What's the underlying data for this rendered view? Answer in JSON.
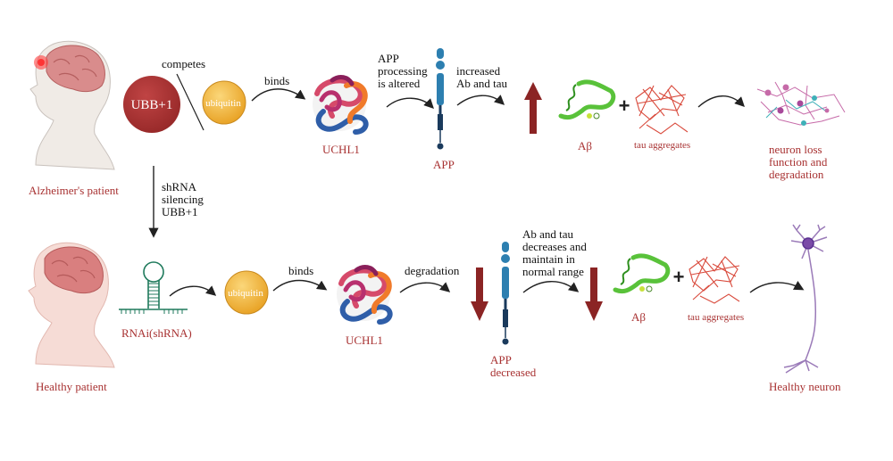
{
  "colors": {
    "label_red": "#a83232",
    "ubb_fill": "#a83232",
    "ubiquitin_fill": "#f1b23b",
    "arrow_dark": "#8b2424",
    "rna_green": "#1f7a5c",
    "app_blue": "#2d7fb0",
    "abeta_green": "#59c23a",
    "tau_red": "#d94a3c"
  },
  "top_row": {
    "patient_label": "Alzheimer's patient",
    "ubb_label": "UBB+1",
    "competes_label": "competes",
    "ubiquitin_label": "ubiquitin",
    "binds_label": "binds",
    "uchl1_label": "UCHL1",
    "app_processing_label": "APP\nprocessing\nis altered",
    "app_label": "APP",
    "increased_label": "increased\nAb and tau",
    "abeta_label": "Aβ",
    "plus_sign": "+",
    "tau_label": "tau aggregates",
    "outcome_label": "neuron loss\nfunction and\ndegradation"
  },
  "middle": {
    "shrna_label": "shRNA\nsilencing\nUBB+1"
  },
  "bottom_row": {
    "patient_label": "Healthy patient",
    "rnai_label": "RNAi(shRNA)",
    "ubiquitin_label": "ubiquitin",
    "binds_label": "binds",
    "uchl1_label": "UCHL1",
    "degradation_label": "degradation",
    "app_label": "APP\ndecreased",
    "decrease_label": "Ab and tau\ndecreases and\nmaintain in\nnormal range",
    "abeta_label": "Aβ",
    "plus_sign": "+",
    "tau_label": "tau aggregates",
    "outcome_label": "Healthy neuron"
  },
  "icons": {
    "patient_top": "head-profile-brain-icon",
    "patient_bottom": "head-profile-brain-icon",
    "ubb": "circle-protein-icon",
    "ubiquitin": "circle-protein-icon",
    "uchl1": "protein-structure-icon",
    "app": "transmembrane-protein-icon",
    "up_arrow": "up-arrow-icon",
    "down_arrow": "down-arrow-icon",
    "abeta": "amyloid-peptide-icon",
    "tau": "tau-tangle-icon",
    "neurons": "neuron-network-icon",
    "single_neuron": "neuron-icon",
    "shrna": "hairpin-rna-icon"
  }
}
